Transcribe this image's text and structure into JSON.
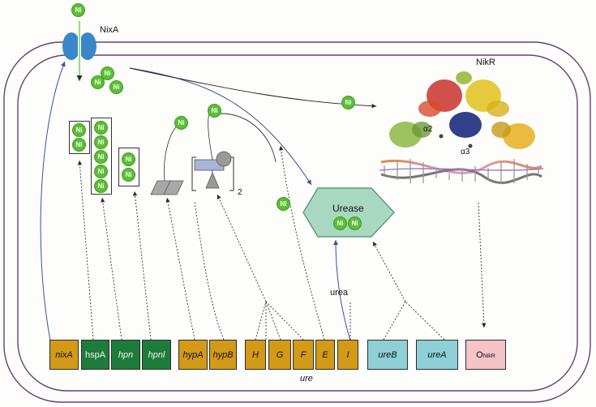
{
  "labels": {
    "nixa_label": "NixA",
    "nikr_label": "NikR",
    "urease_label": "Urease",
    "urea_label": "urea",
    "ure_label": "ure",
    "alpha2": "α2",
    "alpha3": "α3",
    "subscript_two": "2",
    "ni": "Ni"
  },
  "genes": [
    {
      "label": "nixA"
    },
    {
      "label": "hspA"
    },
    {
      "label": "hpn"
    },
    {
      "label": "hpnl"
    },
    {
      "label": "hypA"
    },
    {
      "label": "hypB"
    },
    {
      "label": "H"
    },
    {
      "label": "G"
    },
    {
      "label": "F"
    },
    {
      "label": "E"
    },
    {
      "label": "I"
    },
    {
      "label": "ureB"
    },
    {
      "label": "ureA"
    },
    {
      "label": "O",
      "sub": "NikR"
    }
  ],
  "colors": {
    "gold": "#d39a17",
    "dark_green": "#1e7c3b",
    "teal": "#8fcfd7",
    "pink": "#f6c3c6",
    "nickel": "#5cc033",
    "urease_fill": "#a9d8c2",
    "transporter": "#3b86c8",
    "membrane": "#6b3d78",
    "arrow_blue": "#3f4fa0"
  }
}
